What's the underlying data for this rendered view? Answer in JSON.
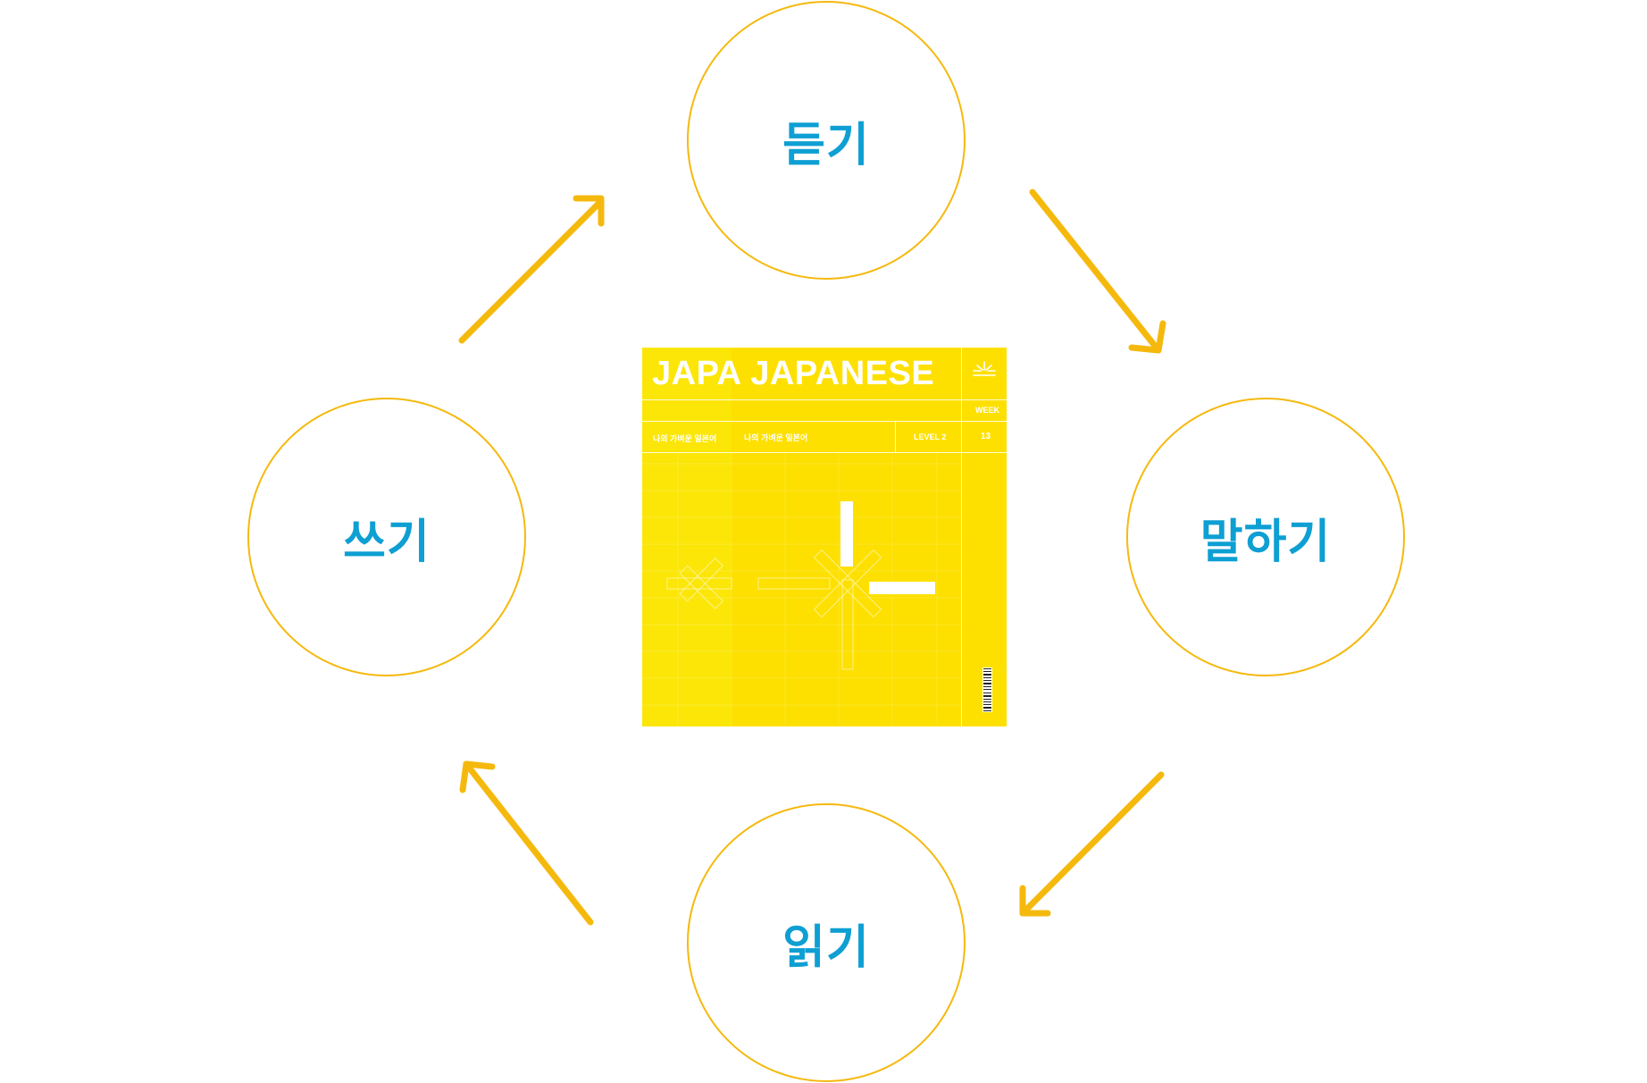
{
  "nodes": {
    "top": "듣기",
    "right": "말하기",
    "bottom": "읽기",
    "left": "쓰기"
  },
  "book": {
    "title": "JAPA JAPANESE",
    "subtitle_1": "나의 가벼운 일본어",
    "subtitle_2": "나의 가벼운 일본어",
    "level": "LEVEL 2",
    "week_label": "WEEK",
    "week_number": "13"
  },
  "colors": {
    "circle_stroke": "#f5b90e",
    "arrow": "#f5b90e",
    "label_text": "#0e9fd3",
    "cover_yellow": "#fde000"
  },
  "icons": [
    "sunburst-logo-icon",
    "barcode-icon",
    "arrow-icon"
  ]
}
